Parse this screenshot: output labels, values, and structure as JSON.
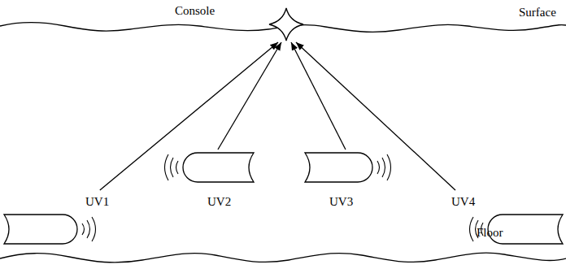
{
  "diagram": {
    "nodes": [
      {
        "text": [
          "Console"
        ]
      },
      {
        "text": [
          "UV1"
        ]
      },
      {
        "text": [
          "UV2"
        ]
      },
      {
        "text": [
          "UV3"
        ]
      },
      {
        "text": [
          "UV4"
        ]
      }
    ],
    "edges": [
      {
        "from": 1,
        "to": 0,
        "arrow": "to"
      },
      {
        "from": 2,
        "to": 0,
        "arrow": "to"
      },
      {
        "from": 3,
        "to": 0,
        "arrow": "to"
      },
      {
        "from": 4,
        "to": 0,
        "arrow": "to"
      }
    ],
    "labels": [
      "Surface",
      "Floor"
    ]
  }
}
